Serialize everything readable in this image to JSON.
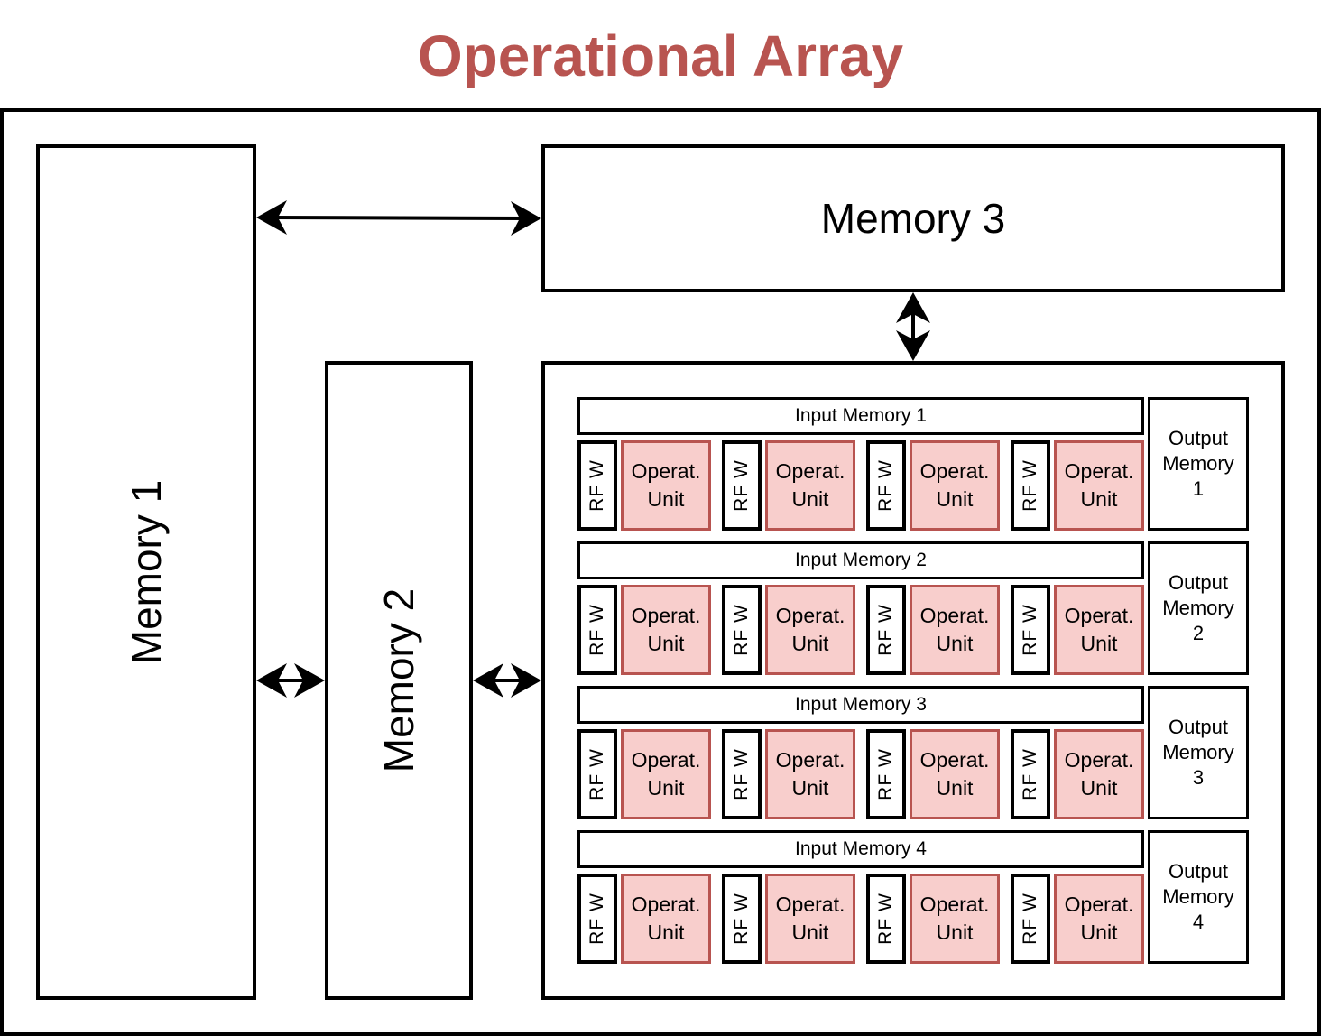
{
  "title": "Operational Array",
  "colors": {
    "title": "#b85450",
    "operat_fill": "#f8cecc",
    "operat_border": "#b85450"
  },
  "memory1": {
    "label": "Memory 1"
  },
  "memory2": {
    "label": "Memory 2"
  },
  "memory3": {
    "label": "Memory 3"
  },
  "rows": [
    {
      "input_label": "Input Memory 1",
      "output_lines": [
        "Output",
        "Memory",
        "1"
      ]
    },
    {
      "input_label": "Input Memory 2",
      "output_lines": [
        "Output",
        "Memory",
        "2"
      ]
    },
    {
      "input_label": "Input Memory 3",
      "output_lines": [
        "Output",
        "Memory",
        "3"
      ]
    },
    {
      "input_label": "Input Memory 4",
      "output_lines": [
        "Output",
        "Memory",
        "4"
      ]
    }
  ],
  "rf_label": "RF W",
  "operat_lines": [
    "Operat.",
    "Unit"
  ],
  "units_per_row": 4
}
